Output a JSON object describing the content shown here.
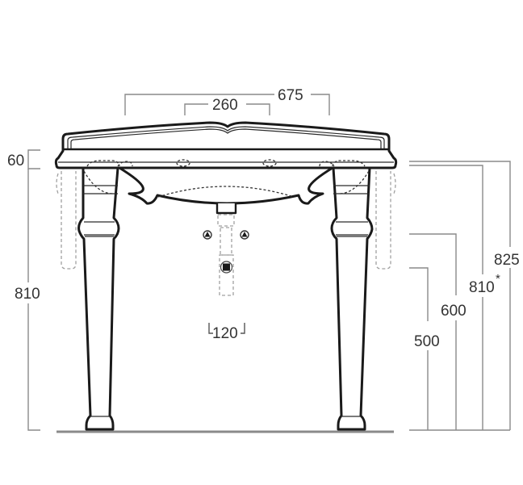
{
  "drawing": {
    "subject": "Console washbasin with legs - front elevation",
    "colors": {
      "outline": "#1a1a1a",
      "dimension": "#8a8a8a",
      "text": "#333333",
      "floor": "#8a8a8a"
    }
  },
  "dimensions": {
    "overall_width": "675",
    "tap_hole_spacing": "260",
    "top_thickness": "60",
    "left_height": "810",
    "waste_width": "120",
    "height_500": "500",
    "height_600": "600",
    "height_810": "810",
    "height_810_note": "*",
    "height_825": "825"
  }
}
